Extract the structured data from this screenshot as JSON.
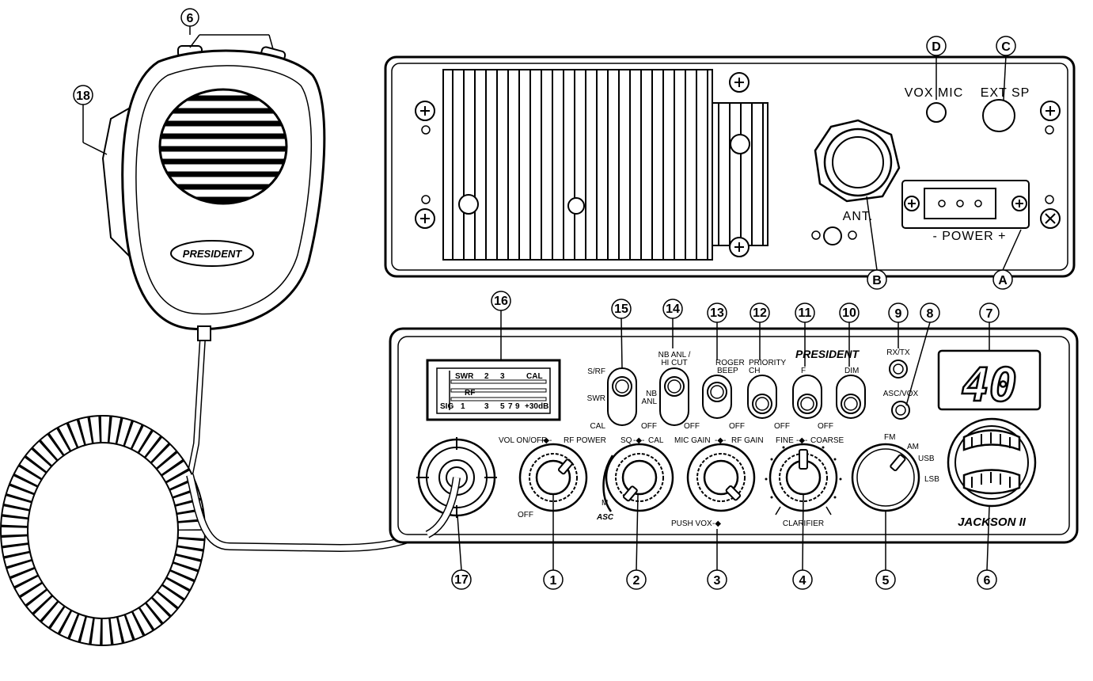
{
  "mic": {
    "brand": "PRESIDENT",
    "callouts": {
      "top_buttons": "6",
      "side_button": "18"
    }
  },
  "rear_panel": {
    "connectors": {
      "vox_mic": "VOX MIC",
      "ext_sp": "EXT SP",
      "antenna": "ANT.",
      "power": "- POWER +"
    },
    "callouts": {
      "a": "A",
      "b": "B",
      "c": "C",
      "d": "D"
    }
  },
  "front_panel": {
    "brand": "PRESIDENT",
    "model": "JACKSON II",
    "display_value": "40",
    "meter": {
      "row1": [
        "SWR",
        "2",
        "3",
        "CAL"
      ],
      "row2": [
        "RF"
      ],
      "row3": [
        "SIG",
        "1",
        "3",
        "5",
        "7",
        "9",
        "+30dB"
      ]
    },
    "switches": {
      "s15": {
        "top": "S/RF",
        "mid": "SWR",
        "bottom": "CAL"
      },
      "s14": {
        "top": "NB ANL /",
        "top2": "HI CUT",
        "mid": "NB",
        "mid2": "ANL",
        "bottom": "OFF"
      },
      "s13": {
        "top": "ROGER",
        "top2": "BEEP",
        "bottom": "OFF"
      },
      "s12": {
        "top": "PRIORITY",
        "top2": "CH",
        "bottom": "OFF"
      },
      "s11": {
        "top": "F",
        "bottom": "OFF"
      },
      "s10": {
        "top": "DIM",
        "bottom": "OFF"
      }
    },
    "jacks": {
      "rx_tx": "RX/TX",
      "asc_vox": "ASC/VOX"
    },
    "knobs": {
      "k1": {
        "top": "VOL ON/OFF",
        "top2": "RF POWER",
        "bottom": "OFF"
      },
      "k2": {
        "top": "SQ",
        "top2": "CAL",
        "m": "M",
        "asc": "ASC"
      },
      "k3": {
        "top": "MIC GAIN",
        "top2": "RF GAIN",
        "bottom": "PUSH VOX"
      },
      "k4": {
        "top": "FINE",
        "top2": "COARSE",
        "bottom": "CLARIFIER"
      },
      "k5": {
        "fm": "FM",
        "am": "AM",
        "usb": "USB",
        "lsb": "LSB"
      }
    },
    "callouts": [
      "1",
      "2",
      "3",
      "4",
      "5",
      "6",
      "7",
      "8",
      "9",
      "10",
      "11",
      "12",
      "13",
      "14",
      "15",
      "16",
      "17"
    ]
  }
}
